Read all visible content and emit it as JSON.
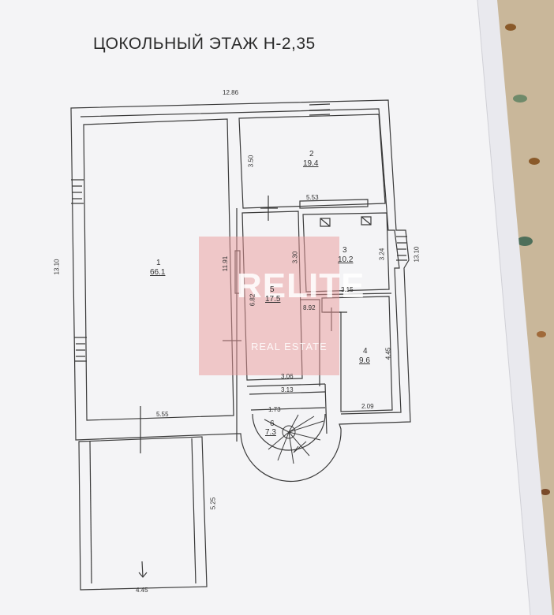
{
  "title": "ЦОКОЛЬНЫЙ ЭТАЖ Н-2,35",
  "colors": {
    "paper": "#f4f4f6",
    "ink": "#3a3a3a",
    "watermark": "#e99a9a",
    "backdrop": "#c9b79a"
  },
  "dimensions": {
    "top_width": "12.86",
    "left_height": "13.10",
    "right_height": "13.10",
    "room1_width": "5.55",
    "room1_height": "11.91",
    "room2_height": "3.50",
    "room2_width": "5.53",
    "room3_left": "3.30",
    "room3_right": "3.24",
    "room3_bottom": "3.15",
    "room5_height": "6.82",
    "corridor": "8.92",
    "room4_height": "4.45",
    "room4_width": "2.09",
    "stair_top": "3.06",
    "stair_mid": "3.13",
    "stair_left": "1.73",
    "annex_height": "5.25",
    "annex_width": "4.45"
  },
  "rooms": [
    {
      "number": "1",
      "area": "66.1"
    },
    {
      "number": "2",
      "area": "19.4"
    },
    {
      "number": "3",
      "area": "10.2"
    },
    {
      "number": "4",
      "area": "9.6"
    },
    {
      "number": "5",
      "area": "17.5"
    },
    {
      "number": "6",
      "area": "7.3"
    }
  ],
  "watermark": {
    "main": "RELITE",
    "sub": "REAL ESTATE"
  }
}
